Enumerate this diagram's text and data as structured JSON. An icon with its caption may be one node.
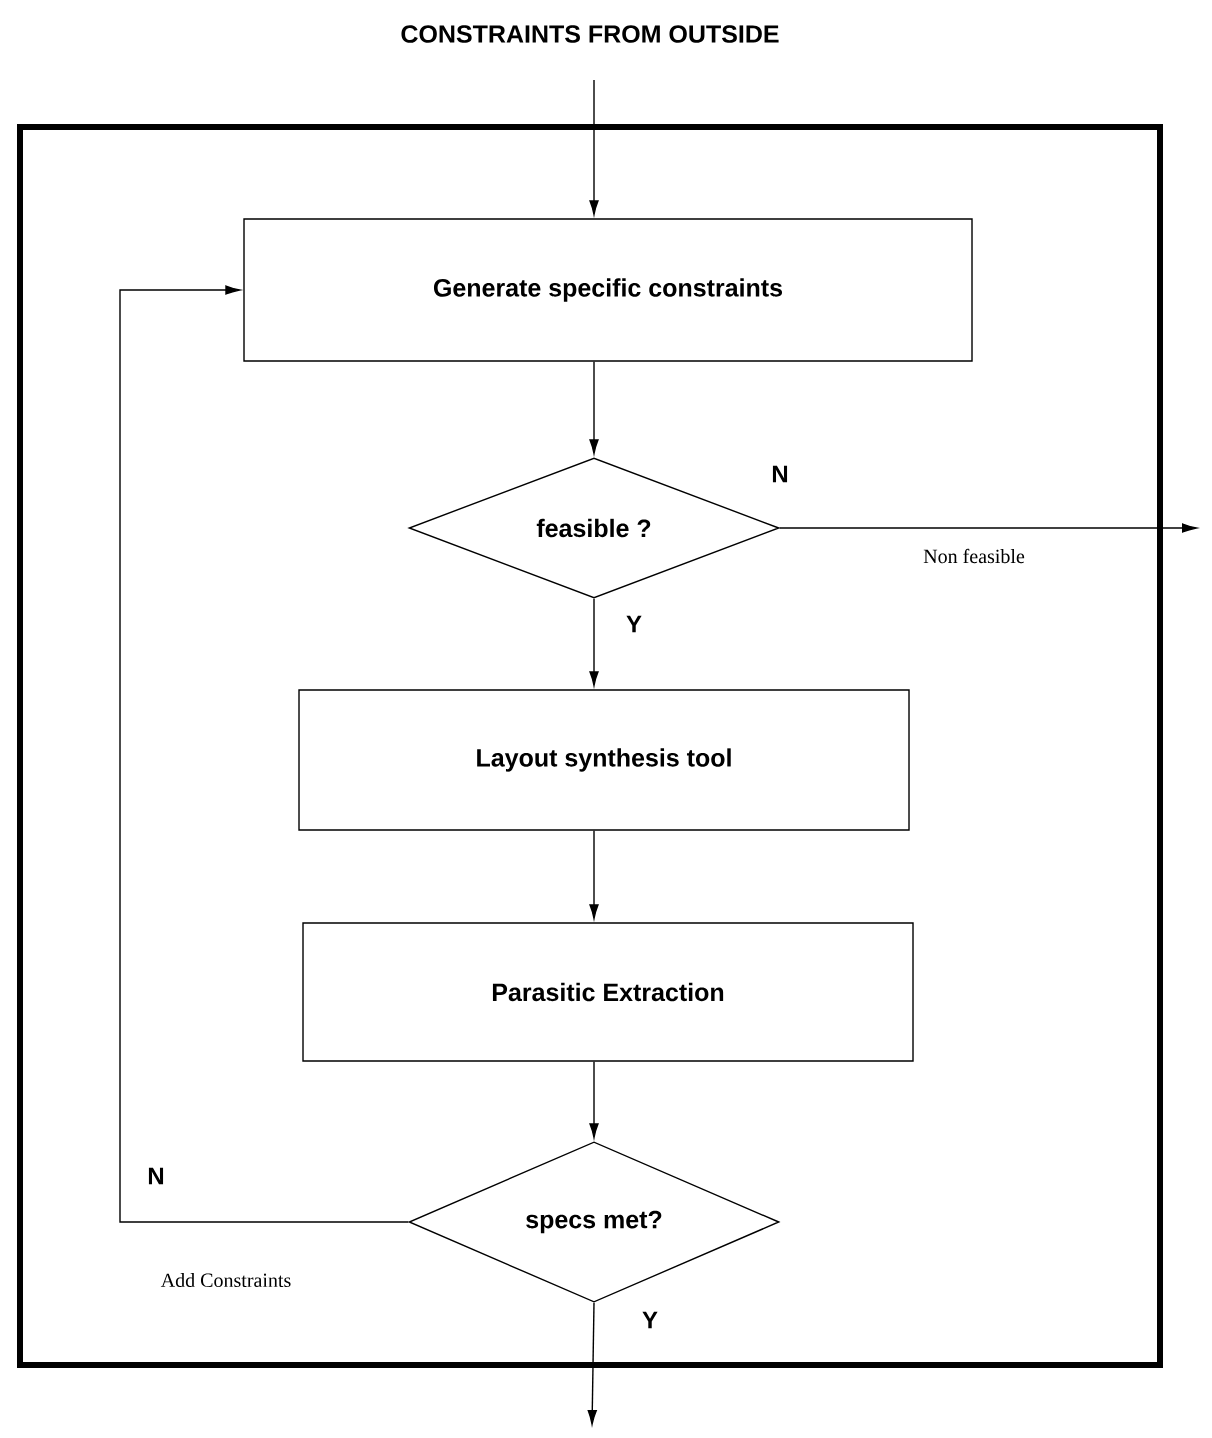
{
  "diagram": {
    "nodes": [
      {
        "text": [
          "CONSTRAINTS FROM OUTSIDE"
        ]
      },
      {
        "text": [],
        "shape": "box"
      },
      {
        "text": [
          "Generate specific constraints"
        ],
        "in": 1
      },
      {
        "text": [
          "feasible ?"
        ],
        "in": 1
      },
      {
        "text": [
          "Layout synthesis tool"
        ],
        "in": 1
      },
      {
        "text": [
          "Parasitic Extraction"
        ],
        "in": 1
      },
      {
        "text": [
          "specs met?"
        ],
        "in": 1
      }
    ],
    "edges": [
      {
        "from": 0,
        "to": 2,
        "arrow": "to"
      },
      {
        "from": 2,
        "to": 3,
        "arrow": "to"
      },
      {
        "from": 3,
        "to": null,
        "arrow": "to",
        "label": "Non feasible"
      },
      {
        "from": 3,
        "to": 4,
        "arrow": "to",
        "label": "Y"
      },
      {
        "from": 4,
        "to": 5,
        "arrow": "to"
      },
      {
        "from": 5,
        "to": 6,
        "arrow": "to"
      },
      {
        "from": 6,
        "to": 2,
        "arrow": "to",
        "label": "Add Constraints"
      },
      {
        "from": 6,
        "to": null,
        "arrow": "to",
        "label": "Y"
      }
    ],
    "labels": [
      "N",
      "N"
    ]
  }
}
